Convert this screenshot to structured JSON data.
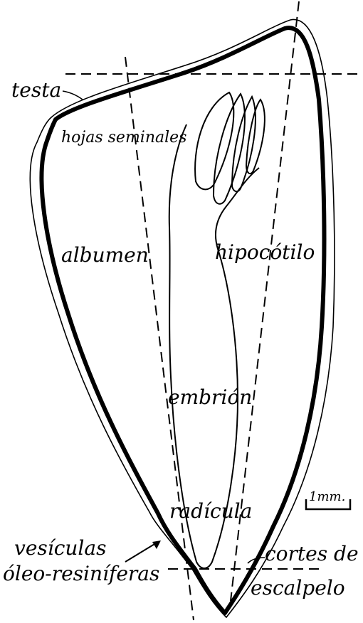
{
  "labels": {
    "testa": "testa",
    "hojas_seminales": "hojas seminales",
    "albumen": "albumen",
    "hipocotilo": "hipocótilo",
    "embrion": "embrión",
    "radicula": "radícula",
    "scale": "1mm.",
    "vesiculas_line1": "vesículas",
    "vesiculas_line2": "óleo-resiníferas",
    "cortes_line1": "cortes de",
    "cortes_line2": "escalpelo"
  },
  "colors": {
    "ink": "#000000",
    "background": "#ffffff"
  }
}
